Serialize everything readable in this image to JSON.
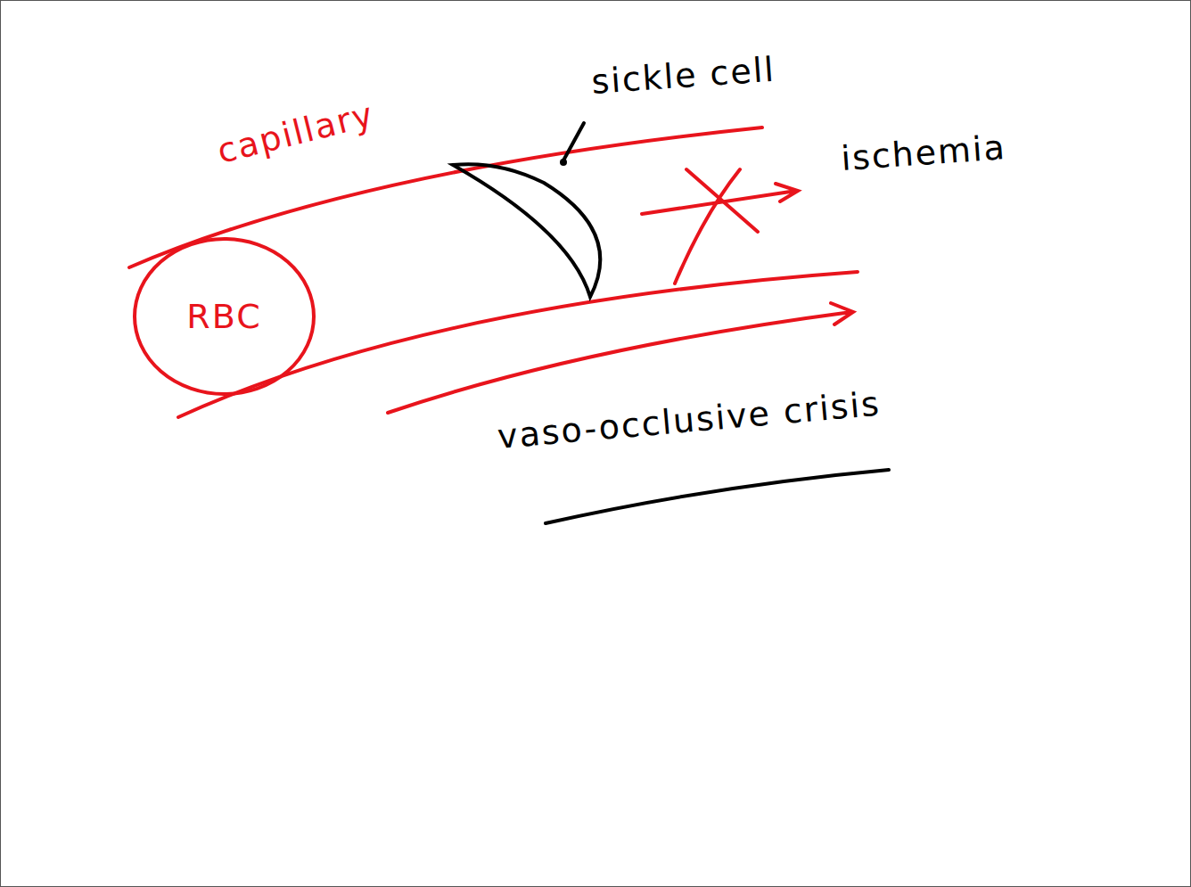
{
  "diagram": {
    "nodes": [
      {
        "text": [
          "RBC"
        ]
      }
    ],
    "labels": [
      "capillary",
      "sickle cell",
      "ischemia",
      "vaso-occlusive crisis"
    ]
  }
}
